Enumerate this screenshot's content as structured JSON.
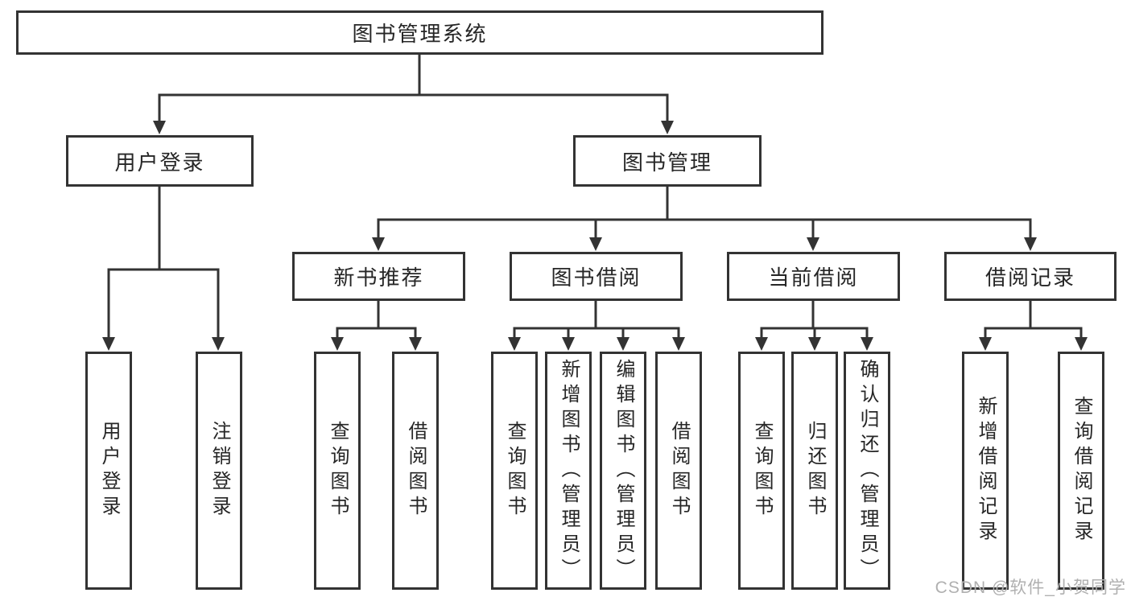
{
  "diagram": {
    "title": "图书管理系统",
    "level2": [
      {
        "label": "用户登录"
      },
      {
        "label": "图书管理"
      }
    ],
    "level3": [
      {
        "label": "新书推荐"
      },
      {
        "label": "图书借阅"
      },
      {
        "label": "当前借阅"
      },
      {
        "label": "借阅记录"
      }
    ],
    "leaves": {
      "user_login": [
        "用户登录",
        "注销登录"
      ],
      "new_book_recommend": [
        "查询图书",
        "借阅图书"
      ],
      "book_borrow": [
        "查询图书",
        "新增图书（管理员）",
        "编辑图书（管理员）",
        "借阅图书"
      ],
      "current_borrow": [
        "查询图书",
        "归还图书",
        "确认归还（管理员）"
      ],
      "borrow_records": [
        "新增借阅记录",
        "查询借阅记录"
      ]
    }
  },
  "watermark": "CSDN @软件_小贺同学",
  "colors": {
    "line": "#333333",
    "text": "#262626",
    "box_fill": "#ffffff",
    "background": "#ffffff",
    "watermark": "#b0b0b0"
  }
}
